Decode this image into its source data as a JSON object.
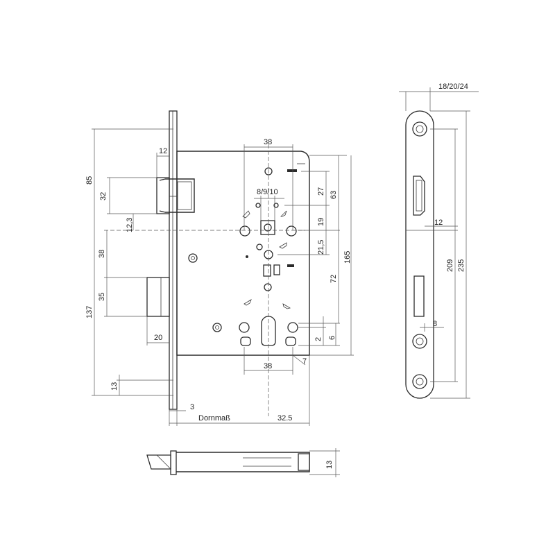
{
  "labels": {
    "top_width_38": "38",
    "dim_12_left": "12",
    "dim_85": "85",
    "dim_32": "32",
    "dim_12_3": "12,3",
    "dim_38_left": "38",
    "dim_35": "35",
    "dim_137": "137",
    "dim_20": "20",
    "dim_13_left": "13",
    "dim_3": "3",
    "dornmass": "Dornmaß",
    "dim_32_5": "32.5",
    "dim_8_9_10": "8/9/10",
    "dim_27": "27",
    "dim_63": "63",
    "dim_19": "19",
    "dim_21_5": "21,5",
    "dim_165": "165",
    "dim_72": "72",
    "dim_2": "2",
    "dim_6": "6",
    "dim_7": "7",
    "bottom_width_38": "38",
    "plate_thickness": "18/20/24",
    "dim_12_plate": "12",
    "dim_209": "209",
    "dim_235": "235",
    "dim_8_plate": "8",
    "dim_13_bottom": "13"
  }
}
